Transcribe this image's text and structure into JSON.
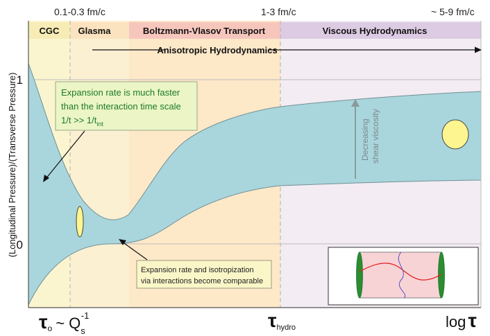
{
  "top_times": {
    "t1": "0.1-0.3 fm/c",
    "t2": "1-3 fm/c",
    "t3": "~ 5-9 fm/c"
  },
  "stages": {
    "cgc": "CGC",
    "glasma": "Glasma",
    "transport": "Boltzmann-Vlasov Transport",
    "hydro": "Viscous Hydrodynamics"
  },
  "aniso_label": "Anisotropic Hydrodynamics",
  "y_axis": {
    "label": "(Longitudinal Pressure)/(Transverse Pressure)",
    "tick_1": "1",
    "tick_0": "0"
  },
  "annotations": {
    "expansion_fast_line1": "Expansion rate is much faster",
    "expansion_fast_line2": "than the interaction time scale",
    "ineq_lhs": "1/t >> 1/t",
    "ineq_sub": "int",
    "comparable_line1": "Expansion rate and isotropization",
    "comparable_line2": "via interactions become comparable",
    "viscosity_line1": "Decreasing",
    "viscosity_line2": "shear viscosity"
  },
  "x_axis": {
    "tau0_symbol": "τ",
    "tau0_sub": "o",
    "tau0_approx": "~ Q",
    "tau0_q_sub": "s",
    "tau0_q_sup": "-1",
    "tau_hydro_symbol": "τ",
    "tau_hydro_sub": "hydro",
    "log_tau": "log",
    "log_tau_symbol": "τ"
  },
  "colors": {
    "cgc_bg": "#fbf5cf",
    "glasma_bg": "#fcf0d2",
    "transport_bg": "#fde8c8",
    "hydro_bg": "#f3ecf2",
    "band_fill": "#a9d6dc",
    "callout_green_bg": "#ebf5c6",
    "callout_green_text": "#1e7a2a",
    "callout_yellow_bg": "#faf6c8",
    "ellipse_yellow": "#fdf58f"
  }
}
